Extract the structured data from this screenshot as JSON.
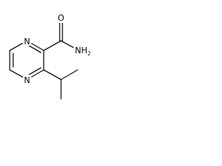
{
  "molecule": {
    "atoms": {
      "ring_n_top": "N",
      "ring_n_bottom": "N",
      "oxygen": "O",
      "amide_n": "N",
      "amide_h": "H",
      "amide_h_count": "2"
    },
    "colors": {
      "bond": "#000000",
      "label": "#000000",
      "background": "#ffffff"
    }
  }
}
